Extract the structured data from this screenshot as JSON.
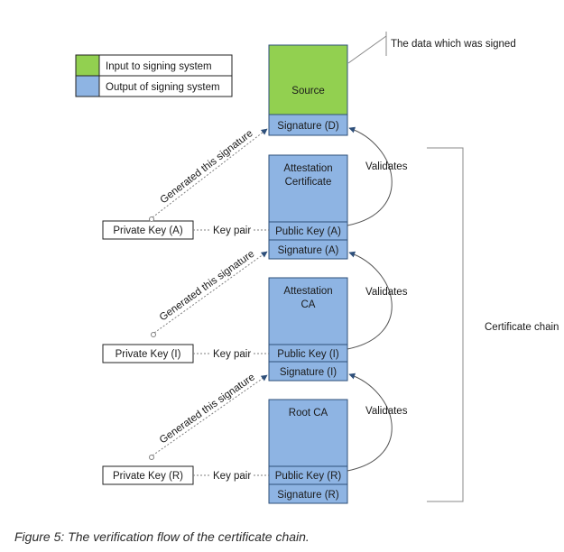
{
  "legend": {
    "input_label": "Input to signing system",
    "output_label": "Output of signing system"
  },
  "callout": "The data which was signed",
  "blocks": {
    "source": {
      "title": "Source",
      "signature": "Signature (D)"
    },
    "attestation_certificate": {
      "title_line1": "Attestation",
      "title_line2": "Certificate",
      "public_key": "Public Key (A)",
      "signature": "Signature (A)"
    },
    "attestation_ca": {
      "title_line1": "Attestation",
      "title_line2": "CA",
      "public_key": "Public Key (I)",
      "signature": "Signature (I)"
    },
    "root_ca": {
      "title": "Root CA",
      "public_key": "Public Key (R)",
      "signature": "Signature (R)"
    }
  },
  "private_keys": [
    "Private Key (A)",
    "Private Key (I)",
    "Private Key (R)"
  ],
  "key_pair_label": "Key pair",
  "generated_label": "Generated this signature",
  "validates_label": "Validates",
  "chain_label": "Certificate chain",
  "caption": "Figure 5: The verification flow of the certificate chain.",
  "colors": {
    "input": "#92D050",
    "output": "#8EB4E3",
    "border": "#2E4F7A",
    "line": "#555555",
    "dashed": "#7F7F7F"
  }
}
